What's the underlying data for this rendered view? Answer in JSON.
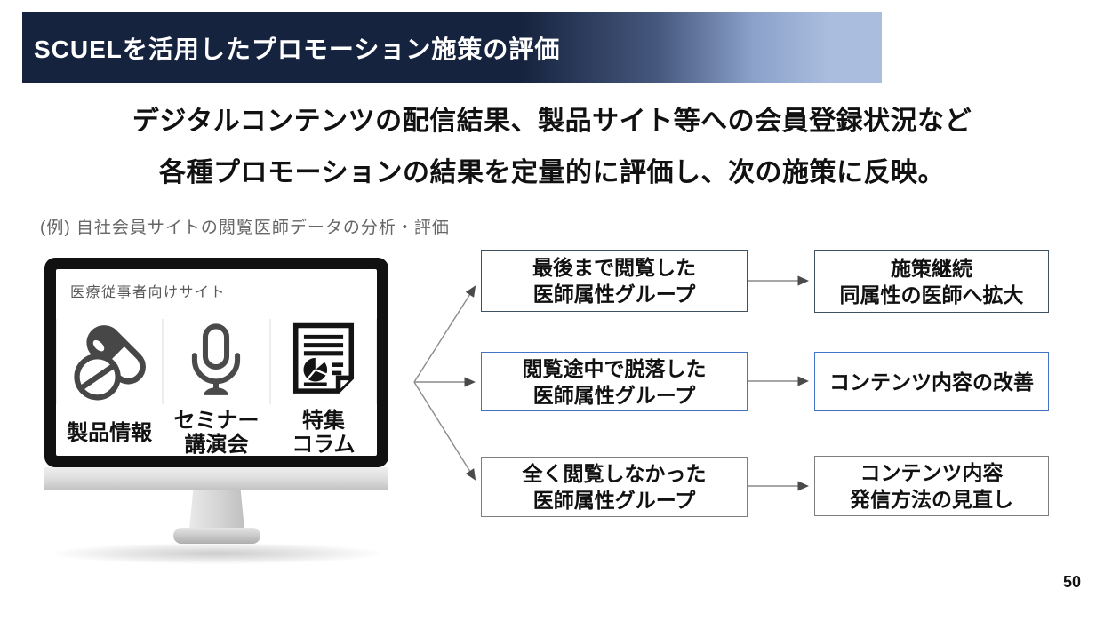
{
  "header": {
    "title": "SCUELを活用したプロモーション施策の評価",
    "colors": {
      "bar_dark": "#16233e",
      "bar_light": "#aabddf",
      "title_text": "#ffffff"
    }
  },
  "headline": {
    "line1": "デジタルコンテンツの配信結果、製品サイト等への会員登録状況など",
    "line2": "各種プロモーションの結果を定量的に評価し、次の施策に反映。"
  },
  "example": {
    "label": "(例) 自社会員サイトの閲覧医師データの分析・評価"
  },
  "monitor": {
    "site_label": "医療従事者向けサイト",
    "items": [
      {
        "icon": "pill-icon",
        "line1": "製品情報",
        "line2": ""
      },
      {
        "icon": "microphone-icon",
        "line1": "セミナー",
        "line2": "講演会"
      },
      {
        "icon": "article-icon",
        "line1": "特集",
        "line2": "コラム"
      }
    ]
  },
  "flow": {
    "rows": [
      {
        "border_color": "#3e5262",
        "source_line1": "最後まで閲覧した",
        "source_line2": "医師属性グループ",
        "result_line1": "施策継続",
        "result_line2": "同属性の医師へ拡大"
      },
      {
        "border_color": "#4472c4",
        "source_line1": "閲覧途中で脱落した",
        "source_line2": "医師属性グループ",
        "result_line1": "コンテンツ内容の改善",
        "result_line2": ""
      },
      {
        "border_color": "#7f7f7f",
        "source_line1": "全く閲覧しなかった",
        "source_line2": "医師属性グループ",
        "result_line1": "コンテンツ内容",
        "result_line2": "発信方法の見直し"
      }
    ],
    "connector_color": "#8a8a8a",
    "arrowhead_color": "#4a4a4a"
  },
  "icon_colors": {
    "pill_gray": "#474747",
    "mic_gray": "#4a4a4a",
    "article_black": "#141414"
  },
  "page_number": "50"
}
